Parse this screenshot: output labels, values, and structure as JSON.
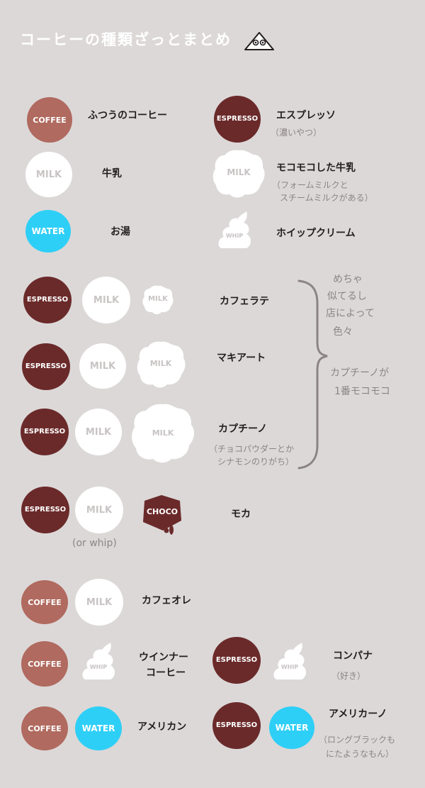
{
  "title": "コーヒーの種類ざっとまとめ",
  "colors": {
    "background": "#dcd8d8",
    "coffee": "#b06a5f",
    "espresso": "#6b2a2a",
    "water": "#2ecff6",
    "milk": "#ffffff",
    "milk_text": "#c9c4c4",
    "choco": "#6b2a2a",
    "note": "#8c8486"
  },
  "blob_text": {
    "coffee": "COFFEE",
    "espresso": "ESPRESSO",
    "milk": "MILK",
    "water": "WATER",
    "whip": "WHIP",
    "choco": "CHOCO"
  },
  "items": {
    "coffee_label": "ふつうのコーヒー",
    "espresso_label": "エスプレッソ",
    "espresso_note": "（濃いやつ）",
    "milk_label": "牛乳",
    "foam_label": "モコモコした牛乳",
    "foam_note_1": "（フォームミルクと",
    "foam_note_2": "スチームミルクがある）",
    "water_label": "お湯",
    "whip_label": "ホイップクリーム"
  },
  "drinks": {
    "latte": "カフェラテ",
    "macchiato": "マキアート",
    "cappuccino": "カプチーノ",
    "cappuccino_note_1": "（チョコパウダーとか",
    "cappuccino_note_2": "シナモンのりがち）",
    "mocha": "モカ",
    "mocha_note": "(or whip)",
    "cafe_au_lait": "カフェオレ",
    "vienna_1": "ウインナー",
    "vienna_2": "コーヒー",
    "con_panna": "コンパナ",
    "con_panna_note": "（好き）",
    "americano": "アメリカン",
    "americano_esp": "アメリカーノ",
    "americano_note_1": "（ロングブラックも",
    "americano_note_2": "にたようなもん）"
  },
  "side_note": {
    "line1": "めちゃ",
    "line2": "似てるし",
    "line3": "店によって",
    "line4": "色々",
    "line5": "カプチーノが",
    "line6": "1番モコモコ"
  }
}
